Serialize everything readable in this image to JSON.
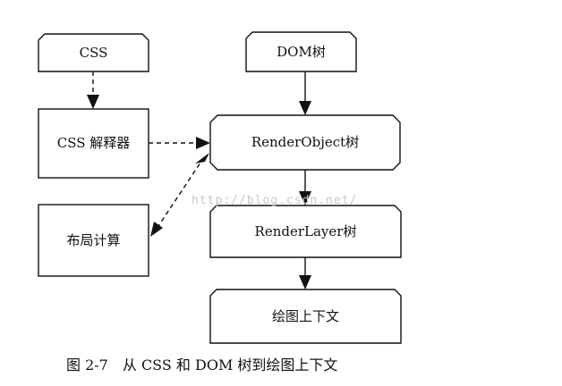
{
  "nodes": {
    "css": "CSS",
    "css_interpreter": "CSS 解释器",
    "layout_calc": "布局计算",
    "dom_tree": "DOM树",
    "render_object_tree": "RenderObject树",
    "render_layer_tree": "RenderLayer树",
    "graphics_context": "绘图上下文"
  },
  "watermark": "http://blog.csdn.net/",
  "caption": "图 2-7　从 CSS 和 DOM 树到绘图上下文",
  "colors": {
    "stroke": "#111111",
    "background": "#ffffff",
    "watermark": "#c8c8c8"
  }
}
